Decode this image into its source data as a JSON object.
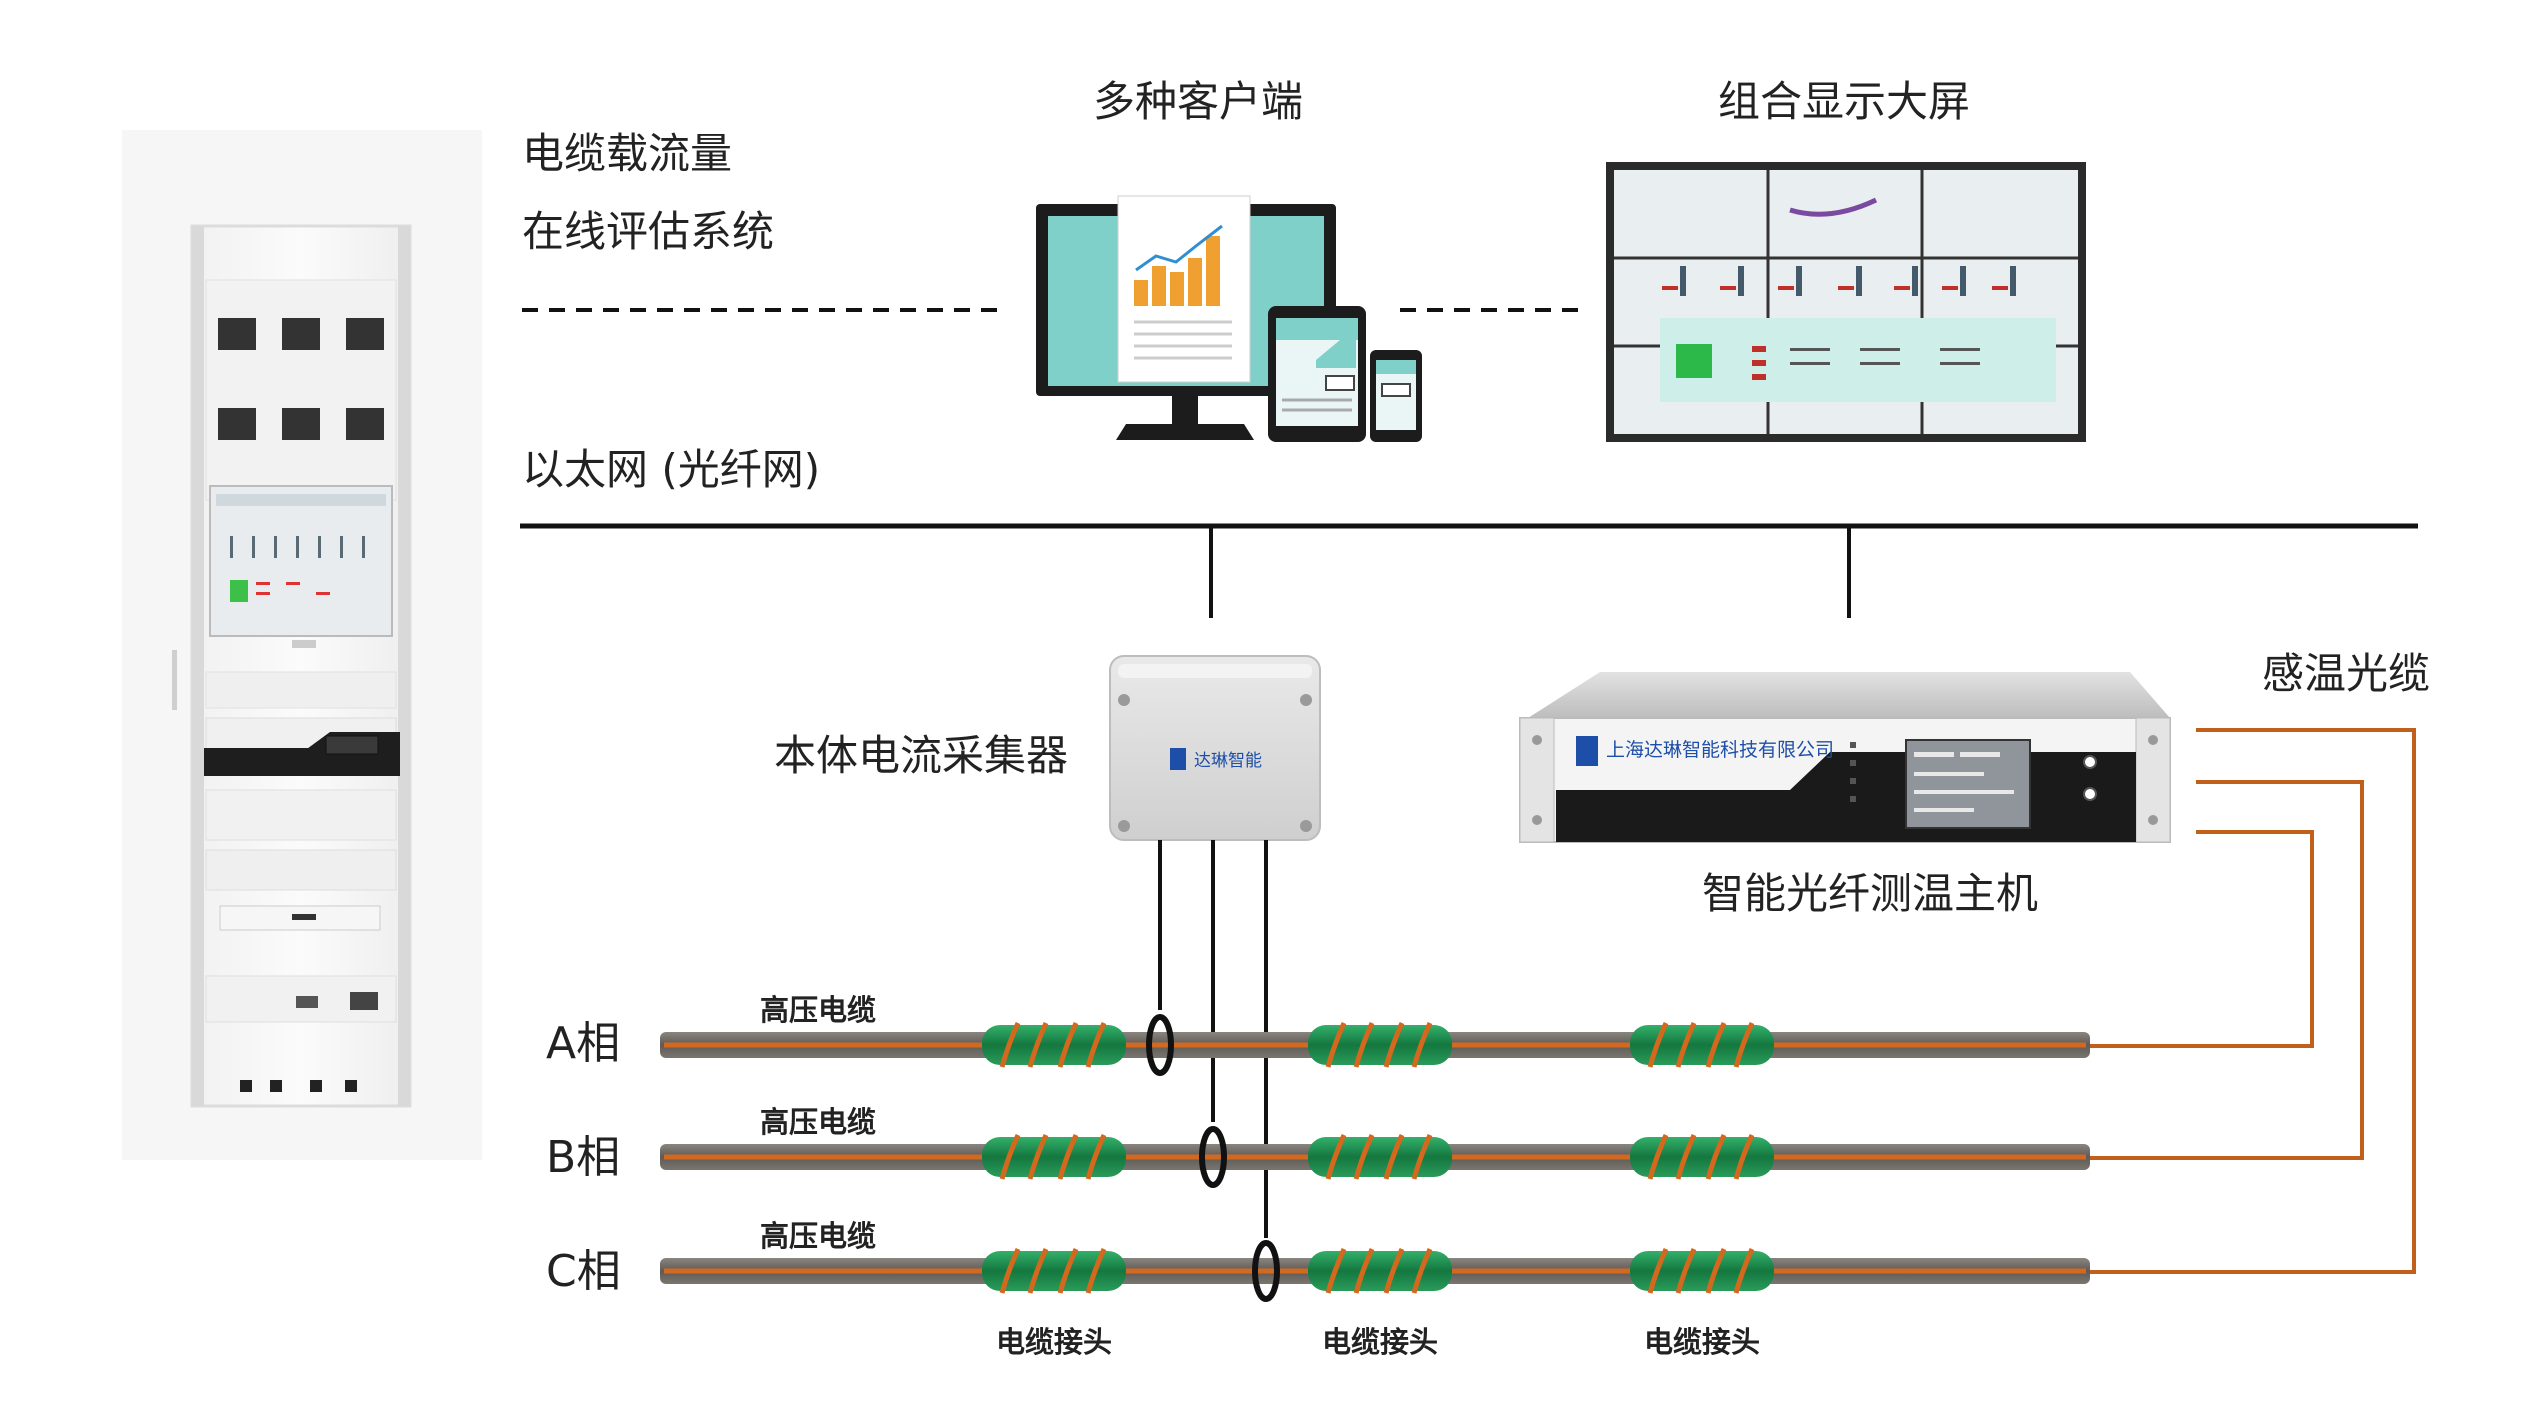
{
  "system_title": [
    "电缆载流量",
    "在线评估系统"
  ],
  "network_label": "以太网 (光纤网)",
  "clients_label": "多种客户端",
  "big_screen_label": "组合显示大屏",
  "collector_label": "本体电流采集器",
  "host_label": "智能光纤测温主机",
  "fiber_label": "感温光缆",
  "collector_brand": "达琳智能",
  "host_brand": "上海达琳智能科技有限公司",
  "phases": [
    {
      "name": "A相",
      "cable_label": "高压电缆"
    },
    {
      "name": "B相",
      "cable_label": "高压电缆"
    },
    {
      "name": "C相",
      "cable_label": "高压电缆"
    }
  ],
  "joint_labels": [
    "电缆接头",
    "电缆接头",
    "电缆接头"
  ],
  "colors": {
    "cable_body": "#6e6a64",
    "cable_stripe": "#d2691e",
    "joint_green": "#1d8a4e",
    "fiber_line": "#c0601a",
    "monitor_screen": "#7fd0c9",
    "chart_orange": "#f0a030"
  }
}
